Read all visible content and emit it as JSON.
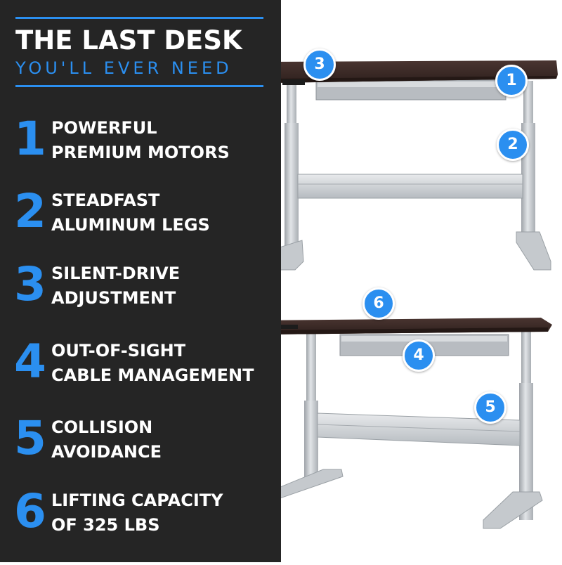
{
  "header": {
    "title": "THE LAST DESK",
    "subtitle": "YOU'LL EVER NEED"
  },
  "features": [
    {
      "number": "1",
      "line1": "POWERFUL",
      "line2": "PREMIUM MOTORS"
    },
    {
      "number": "2",
      "line1": "STEADFAST",
      "line2": "ALUMINUM LEGS"
    },
    {
      "number": "3",
      "line1": "SILENT-DRIVE",
      "line2": "ADJUSTMENT"
    },
    {
      "number": "4",
      "line1": "OUT-OF-SIGHT",
      "line2": "CABLE MANAGEMENT"
    },
    {
      "number": "5",
      "line1": "COLLISION",
      "line2": "AVOIDANCE"
    },
    {
      "number": "6",
      "line1": "LIFTING CAPACITY",
      "line2": "OF 325 LBS"
    }
  ],
  "callouts": {
    "top_desk": [
      "3",
      "1",
      "2"
    ],
    "bottom_desk": [
      "6",
      "4",
      "5"
    ]
  },
  "colors": {
    "accent": "#2b8ff0",
    "panel": "#252525",
    "text": "#ffffff",
    "desktop": "#3a2a26",
    "frame": "#c9ccd0"
  }
}
